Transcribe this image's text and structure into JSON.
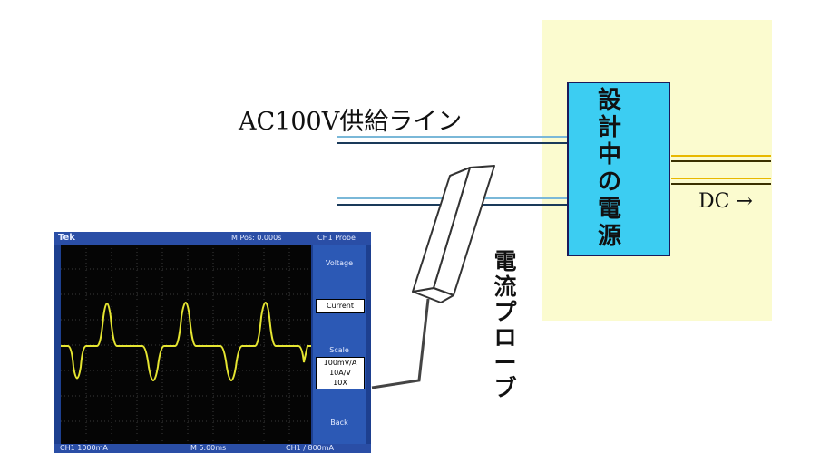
{
  "labels": {
    "ac_supply": "AC100V供給ライン",
    "dc_output": "DC →",
    "psu_chars": [
      "設",
      "計",
      "中",
      "の",
      "電",
      "源"
    ],
    "probe_chars": [
      "電",
      "流",
      "プ",
      "ロ",
      "ー",
      "ブ"
    ]
  },
  "scope": {
    "brand": "Tek",
    "m_pos": "M Pos: 0.000s",
    "ch_menu": "CH1 Probe",
    "menu": [
      "Voltage",
      "Current",
      "Scale",
      "100mV/A",
      "10A/V",
      "10X",
      "Back"
    ],
    "ch_readout": "CH1 1000mA",
    "timebase": "M 5.00ms",
    "trig": "CH1 ∕ 800mA"
  },
  "colors": {
    "panel": "#fbfbcf",
    "psu": "#3ccdf2",
    "dc_wire": "#e8b800",
    "ac_wire": "#7ab8d8",
    "trace": "#e5e531",
    "scope_frame": "#1d3f8f"
  }
}
